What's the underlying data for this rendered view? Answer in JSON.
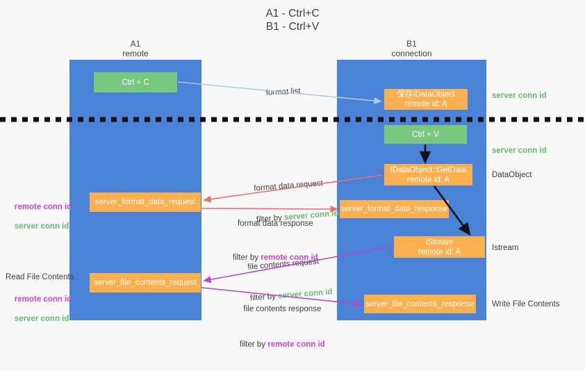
{
  "title": {
    "line1": "A1 - Ctrl+C",
    "line2": "B1 - Ctrl+V",
    "text": "A1 - Ctrl+C\nB1 - Ctrl+V"
  },
  "lanes": [
    {
      "id": "a1",
      "name": "A1",
      "role": "remote",
      "header": "A1\nremote"
    },
    {
      "id": "b1",
      "name": "B1",
      "role": "connection",
      "header": "B1\nconnection"
    }
  ],
  "nodes": {
    "ctrl_c": {
      "label": "Ctrl + C",
      "kind": "green"
    },
    "idataobject": {
      "label": "保存IDataObject\nremote id: A",
      "kind": "orange"
    },
    "ctrl_v": {
      "label": "Ctrl + V",
      "kind": "green"
    },
    "getdata": {
      "label": "IDataObject::GetData\nremote id: A",
      "kind": "orange"
    },
    "fmt_request": {
      "label": "server_format_data_request",
      "kind": "orange"
    },
    "fmt_response": {
      "label": "server_format_data_response",
      "kind": "orange"
    },
    "istream": {
      "label": "IStream\nremote id: A",
      "kind": "orange"
    },
    "file_request": {
      "label": "server_file_contents_request",
      "kind": "orange"
    },
    "file_response": {
      "label": "server_file_contents_response",
      "kind": "orange"
    }
  },
  "edges": [
    {
      "id": "format-list",
      "caption": "format list",
      "filter_prefix": "",
      "filter_target": "",
      "color": "#a8cdea"
    },
    {
      "id": "format-data-req",
      "caption": "format data request",
      "filter_prefix": "filter by ",
      "filter_target": "server conn id",
      "color": "#ee6b6b"
    },
    {
      "id": "format-data-resp",
      "caption": "format data response",
      "filter_prefix": "filter by ",
      "filter_target": "remote conn id",
      "color": "#ee6b6b"
    },
    {
      "id": "file-contents-req",
      "caption": "file contents request",
      "filter_prefix": "filter by ",
      "filter_target": "server conn id",
      "color": "#bb44cc"
    },
    {
      "id": "file-contents-resp",
      "caption": "file contents response",
      "filter_prefix": "filter by ",
      "filter_target": "remote conn id",
      "color": "#bb44cc"
    }
  ],
  "annotations": {
    "server_conn_id": "server conn id",
    "remote_conn_id": "remote conn id",
    "dataobject": "DataObject",
    "istream": "Istream",
    "write_file_contents": "Write File Contents",
    "read_file_contents": "Read File Contents"
  },
  "colors": {
    "background": "#f8f8f8",
    "lane": "#4a82d8",
    "node_green": "#7ac87f",
    "node_orange": "#fcaf4f",
    "arrow_light_blue": "#a8cdea",
    "arrow_red": "#ee6b6b",
    "arrow_purple": "#bb44cc",
    "arrow_black": "#111111",
    "server_conn_id": "#62bb6e",
    "remote_conn_id": "#cc44cc",
    "text": "#3d3d3d"
  },
  "divider": {
    "style": "dashed",
    "color": "#111111"
  }
}
